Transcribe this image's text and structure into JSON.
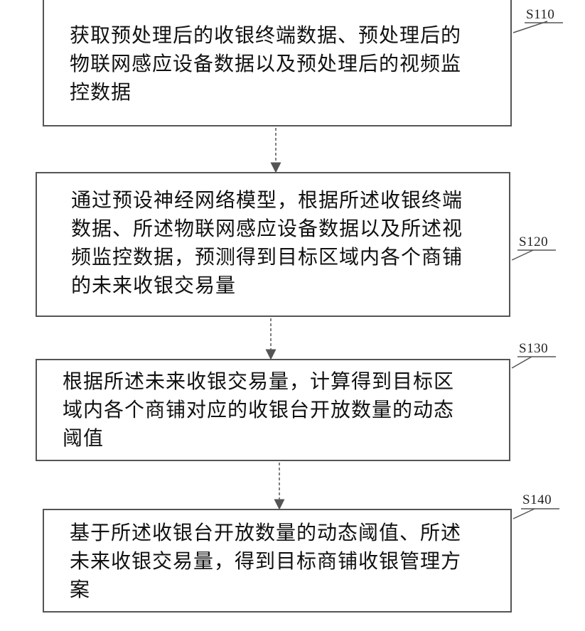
{
  "steps": [
    {
      "id": "S110",
      "label": "S110",
      "text": "获取预处理后的收银终端数据、预处理后的\n物联网感应设备数据以及预处理后的视频监\n控数据"
    },
    {
      "id": "S120",
      "label": "S120",
      "text": "通过预设神经网络模型，根据所述收银终端\n数据、所述物联网感应设备数据以及所述视\n频监控数据，预测得到目标区域内各个商铺\n的未来收银交易量"
    },
    {
      "id": "S130",
      "label": "S130",
      "text": "根据所述未来收银交易量，计算得到目标区\n域内各个商铺对应的收银台开放数量的动态\n阈值"
    },
    {
      "id": "S140",
      "label": "S140",
      "text": "基于所述收银台开放数量的动态阈值、所述\n未来收银交易量，得到目标商铺收银管理方\n案"
    }
  ],
  "colors": {
    "box_border": "#555555",
    "arrow": "#555555",
    "text": "#111111"
  }
}
